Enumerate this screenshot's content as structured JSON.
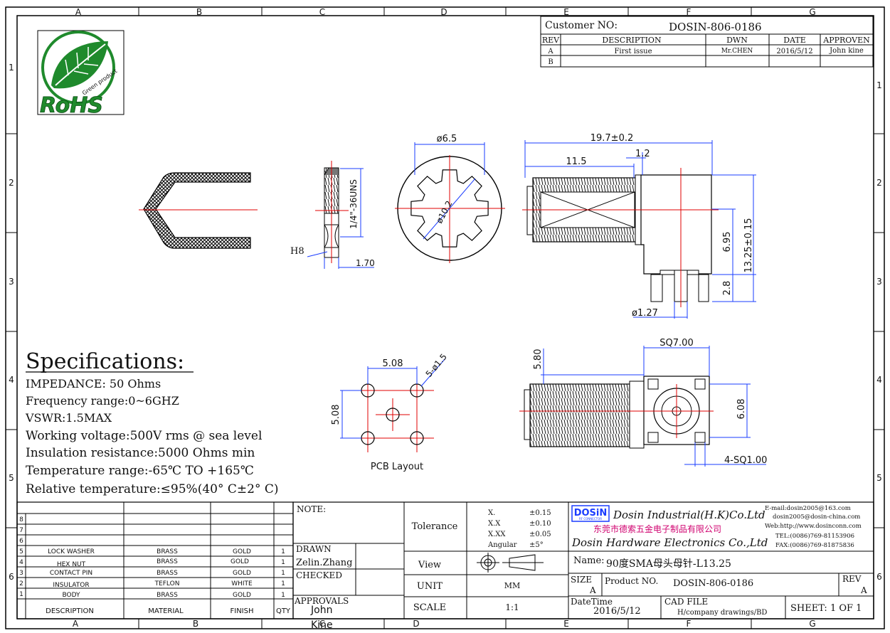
{
  "zones_top": [
    "A",
    "B",
    "C",
    "D",
    "E",
    "F",
    "G"
  ],
  "zones_side_left": [
    "1",
    "2",
    "3",
    "4",
    "5",
    "6"
  ],
  "zones_side_right": [
    "1",
    "2",
    "3",
    "4",
    "5",
    "6"
  ],
  "logo": {
    "text": "RoHS",
    "arc_text": "Green product",
    "color": "#1f8a2c"
  },
  "revision_block": {
    "customer_label": "Customer NO:",
    "customer_no": "DOSIN-806-0186",
    "headers": [
      "REV",
      "DESCRIPTION",
      "DWN",
      "DATE",
      "APPROVEN"
    ],
    "rows": [
      [
        "A",
        "First issue",
        "Mr.CHEN",
        "2016/5/12",
        "John kine"
      ],
      [
        "B",
        "",
        "",
        "",
        ""
      ]
    ]
  },
  "dimensions": {
    "hex_h": "H8",
    "hex_thread": "1/4\"-36UNS",
    "hex_thickness": "1.70",
    "washer_od": "ø6.5",
    "washer_id": "ø10.2",
    "overall_len": "19.7±0.2",
    "thread_len": "11.5",
    "flange": "1.2",
    "height_1": "6.95",
    "height_total": "13.25±0.15",
    "pin_len": "2.8",
    "pin_dia": "ø1.27",
    "pcb_pitch_x": "5.08",
    "pcb_holes": "5-ø1.5",
    "pcb_pitch_y": "5.08",
    "pcb_label": "PCB Layout",
    "body_top": "5.80",
    "body_sq": "SQ7.00",
    "body_inner": "6.08",
    "corner_sq": "4-SQ1.00"
  },
  "specs": {
    "title": "Specifications:",
    "lines": [
      "IMPEDANCE: 50 Ohms",
      "Frequency range:0~6GHZ",
      "VSWR:1.5MAX",
      "Working voltage:500V rms @ sea level",
      "Insulation resistance:5000 Ohms min",
      "Temperature range:-65℃ TO +165℃",
      "Relative temperature:≤95%(40° C±2° C)"
    ]
  },
  "bom": {
    "headers": [
      "DESCRIPTION",
      "MATERIAL",
      "FINISH",
      "QTY"
    ],
    "rows": [
      {
        "no": "8",
        "desc": "",
        "mat": "",
        "fin": "",
        "qty": ""
      },
      {
        "no": "7",
        "desc": "",
        "mat": "",
        "fin": "",
        "qty": ""
      },
      {
        "no": "6",
        "desc": "",
        "mat": "",
        "fin": "",
        "qty": ""
      },
      {
        "no": "5",
        "desc": "LOCK WASHER",
        "mat": "BRASS",
        "fin": "GOLD",
        "qty": "1"
      },
      {
        "no": "4",
        "desc": "HEX NUT",
        "mat": "BRASS",
        "fin": "GOLD",
        "qty": "1"
      },
      {
        "no": "3",
        "desc": "CONTACT PIN",
        "mat": "BRASS",
        "fin": "GOLD",
        "qty": "1"
      },
      {
        "no": "2",
        "desc": "INSULATOR",
        "mat": "TEFLON",
        "fin": "WHITE",
        "qty": "1"
      },
      {
        "no": "1",
        "desc": "BODY",
        "mat": "BRASS",
        "fin": "GOLD",
        "qty": "1"
      }
    ]
  },
  "title_block": {
    "note_label": "NOTE:",
    "drawn_label": "DRAWN",
    "drawn_by": "Zelin.Zhang",
    "checked_label": "CHECKED",
    "approvals_label": "APPROVALS",
    "approvals_by": "John",
    "approvals_by2": "Kine",
    "tolerance_label": "Tolerance",
    "tolerances": [
      [
        "X.",
        "±0.15"
      ],
      [
        "X.X",
        "±0.10"
      ],
      [
        "X.XX",
        "±0.05"
      ],
      [
        "Angular",
        "±5°"
      ]
    ],
    "view_label": "View",
    "unit_label": "UNIT",
    "unit_value": "MM",
    "scale_label": "SCALE",
    "scale_value": "1:1",
    "brand_logo": "DOSiN",
    "brand_sub": "RF CONNECTOR",
    "company_en1": "Dosin Industrial(H.K)Co.Ltd",
    "company_cn": "东莞市德索五金电子制品有限公司",
    "company_en2": "Dosin Hardware Electronics Co.,Ltd",
    "email": "E-mail:dosin2005@163.com",
    "email2": "dosin2005@dosin-china.com",
    "web": "Web:http://www.dosinconn.com",
    "tel": "TEL:(0086)769-81153906",
    "fax": "FAX:(0086)769-81875836",
    "name_label": "Name:",
    "name_value": "90度SMA母头母针-L13.25",
    "size_label": "SIZE",
    "size_value": "A",
    "product_label": "Product NO.",
    "product_value": "DOSIN-806-0186",
    "rev_label": "REV",
    "rev_value": "A",
    "datetime_label": "DateTime",
    "datetime_value": "2016/5/12",
    "cad_label": "CAD FILE",
    "cad_value": "H/company drawings/BD",
    "sheet_label": "SHEET: 1 OF 1"
  },
  "colors": {
    "centerline": "#e00000",
    "dimension": "#1a3cff",
    "brand": "#1a3cff",
    "company_cn": "#d0006f"
  }
}
